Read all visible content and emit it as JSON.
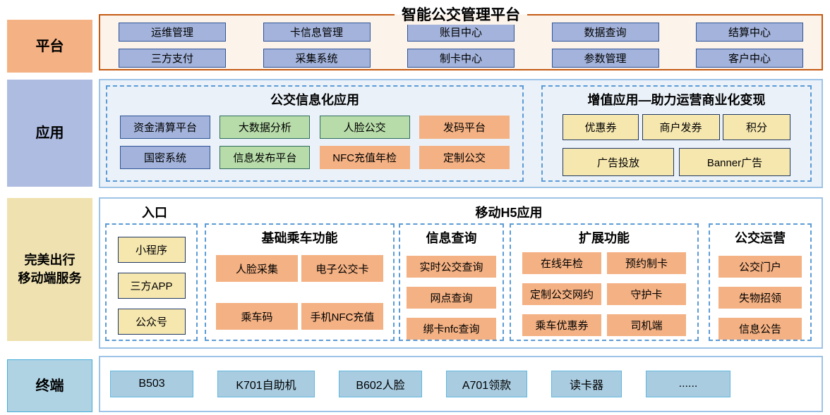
{
  "diagram": {
    "platform": {
      "label": "平台",
      "title": "智能公交管理平台",
      "row1": [
        "运维管理",
        "卡信息管理",
        "账目中心",
        "数据查询",
        "结算中心"
      ],
      "row2": [
        "三方支付",
        "采集系统",
        "制卡中心",
        "参数管理",
        "客户中心"
      ]
    },
    "application": {
      "label": "应用",
      "info_group": {
        "title": "公交信息化应用",
        "row1": [
          "资金清算平台",
          "大数据分析",
          "人脸公交",
          "发码平台"
        ],
        "row2": [
          "国密系统",
          "信息发布平台",
          "NFC充值年检",
          "定制公交"
        ]
      },
      "value_group": {
        "title": "增值应用—助力运营商业化变现",
        "row1": [
          "优惠券",
          "商户发券",
          "积分"
        ],
        "row2": [
          "广告投放",
          "Banner广告"
        ]
      }
    },
    "mobile": {
      "label_line1": "完美出行",
      "label_line2": "移动端服务",
      "entry": {
        "title": "入口",
        "items": [
          "小程序",
          "三方APP",
          "公众号"
        ]
      },
      "h5_title": "移动H5应用",
      "basic_group": {
        "title": "基础乘车功能",
        "items": [
          "人脸采集",
          "电子公交卡",
          "乘车码",
          "手机NFC充值"
        ]
      },
      "query_group": {
        "title": "信息查询",
        "items": [
          "实时公交查询",
          "网点查询",
          "绑卡nfc查询"
        ]
      },
      "extend_group": {
        "title": "扩展功能",
        "items": [
          "在线年检",
          "预约制卡",
          "定制公交网约",
          "守护卡",
          "乘车优惠券",
          "司机端"
        ]
      },
      "ops_group": {
        "title": "公交运营",
        "items": [
          "公交门户",
          "失物招领",
          "信息公告"
        ]
      }
    },
    "terminal": {
      "label": "终端",
      "items": [
        "B503",
        "K701自助机",
        "B602人脸",
        "A701领款",
        "读卡器",
        "......"
      ]
    }
  },
  "colors": {
    "platform_label_bg": "#F4B183",
    "platform_panel_bg": "#FCF3EA",
    "platform_panel_border": "#C55A11",
    "application_label_bg": "#AEBCE2",
    "application_panel_bg": "#EAF1F9",
    "mobile_label_bg": "#EFE1B0",
    "terminal_label_bg": "#AFD3E3",
    "panel_border_blue": "#9DC3E6",
    "dashed_border_blue": "#5B9BD5",
    "module_blue_bg": "#A3B3DB",
    "module_blue_border": "#2F5597",
    "module_green_bg": "#B7DCA9",
    "module_green_border": "#2E6B60",
    "module_orange_bg": "#F4B183",
    "module_yellow_bg": "#F6E7AF",
    "module_yellow_border": "#1F3864",
    "terminal_module_bg": "#A9CCE0",
    "terminal_module_border": "#5FB8E0"
  }
}
